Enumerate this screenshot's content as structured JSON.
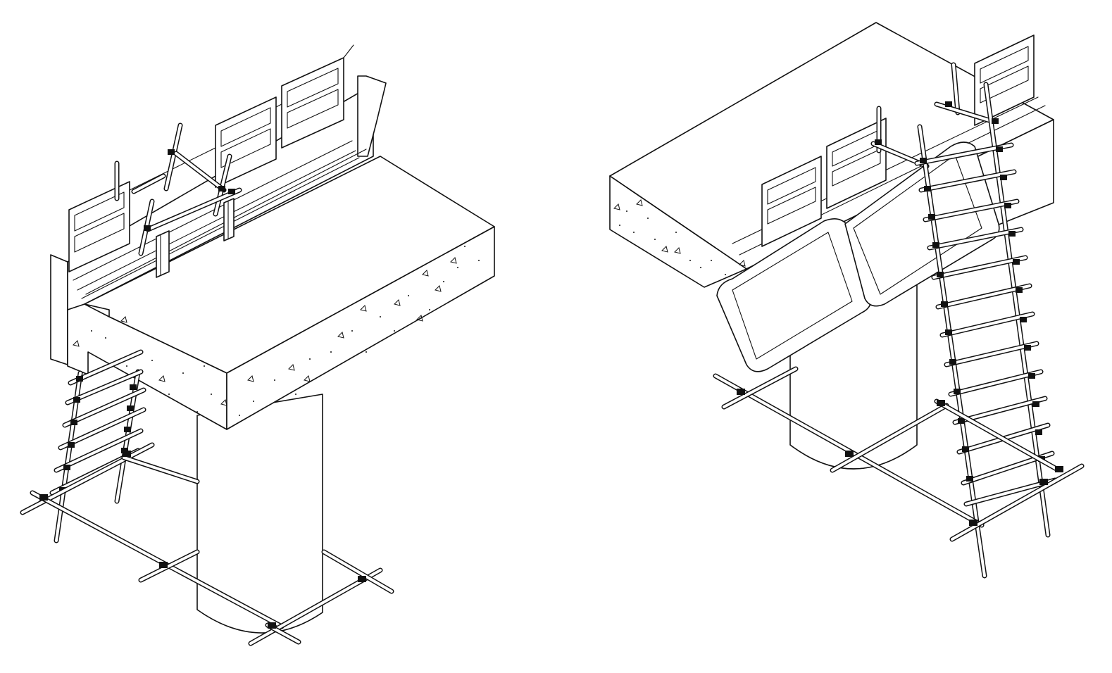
{
  "figure": {
    "views": [
      {
        "id": "left-view",
        "elements": [
          "pier-column",
          "pier-cap",
          "bearing-pedestals",
          "guardrail-panels",
          "diagonal-braces",
          "ladder",
          "ground-scaffold-tubes"
        ]
      },
      {
        "id": "right-view",
        "elements": [
          "pier-column",
          "pier-cap",
          "bearing-blocks",
          "guardrail-panels",
          "diagonal-braces",
          "ladder",
          "ground-scaffold-tubes"
        ]
      }
    ],
    "line_color": "#111111",
    "background_color": "#ffffff",
    "fill_color": "#ffffff"
  }
}
